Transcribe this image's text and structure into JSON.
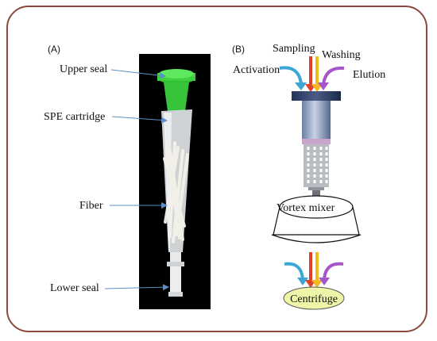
{
  "panel_a": {
    "label": "(A)",
    "callouts": {
      "upper_seal": "Upper seal",
      "spe_cartridge": "SPE cartridge",
      "fiber": "Fiber",
      "lower_seal": "Lower seal"
    }
  },
  "panel_b": {
    "label": "(B)",
    "steps": {
      "sampling": "Sampling",
      "washing": "Washing",
      "activation": "Activation",
      "elution": "Elution"
    },
    "vortex": "Vortex mixer",
    "centrifuge": "Centrifuge"
  },
  "colors": {
    "frame": "#8b4a3a",
    "activation_arrow": "#3aa7d6",
    "sampling_arrow": "#e0402a",
    "washing_arrow": "#f5b820",
    "elution_arrow": "#a557c8",
    "callout_arrow": "#5b8fc9",
    "seal_green": "#39c43a",
    "centrifuge_fill": "#eef5a8"
  }
}
